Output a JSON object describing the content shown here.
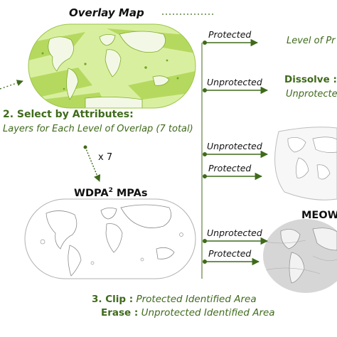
{
  "overlay": {
    "title": "Overlay Map"
  },
  "step2": {
    "title": "2. Select by Attributes:",
    "subtitle": "Layers for Each Level of Overlap (7 total)",
    "multiplier": "x 7"
  },
  "wdpa": {
    "prefix": "WDPA",
    "superscript": "2",
    "suffix": " MPAs"
  },
  "arrows": {
    "protected_1": "Protected",
    "unprotected_1": "Unprotected",
    "unprotected_2": "Unprotected",
    "protected_2": "Protected",
    "unprotected_3": "Unprotected",
    "protected_3": "Protected"
  },
  "right": {
    "level_text": "Level of Pr",
    "dissolve_title": "Dissolve : .",
    "dissolve_sub": "Unprotecte",
    "meow_label": "MEOW"
  },
  "step3": {
    "clip_label": "3. Clip :",
    "clip_text": "Protected Identified Area",
    "erase_label": "Erase :",
    "erase_text": "Unprotected Identified Area"
  },
  "colors": {
    "green_text": "#3f6a1b",
    "arrow_green": "#3f6a1b",
    "overlay_fill": "#cfe88a",
    "meow_fill": "#d6d6d6"
  }
}
